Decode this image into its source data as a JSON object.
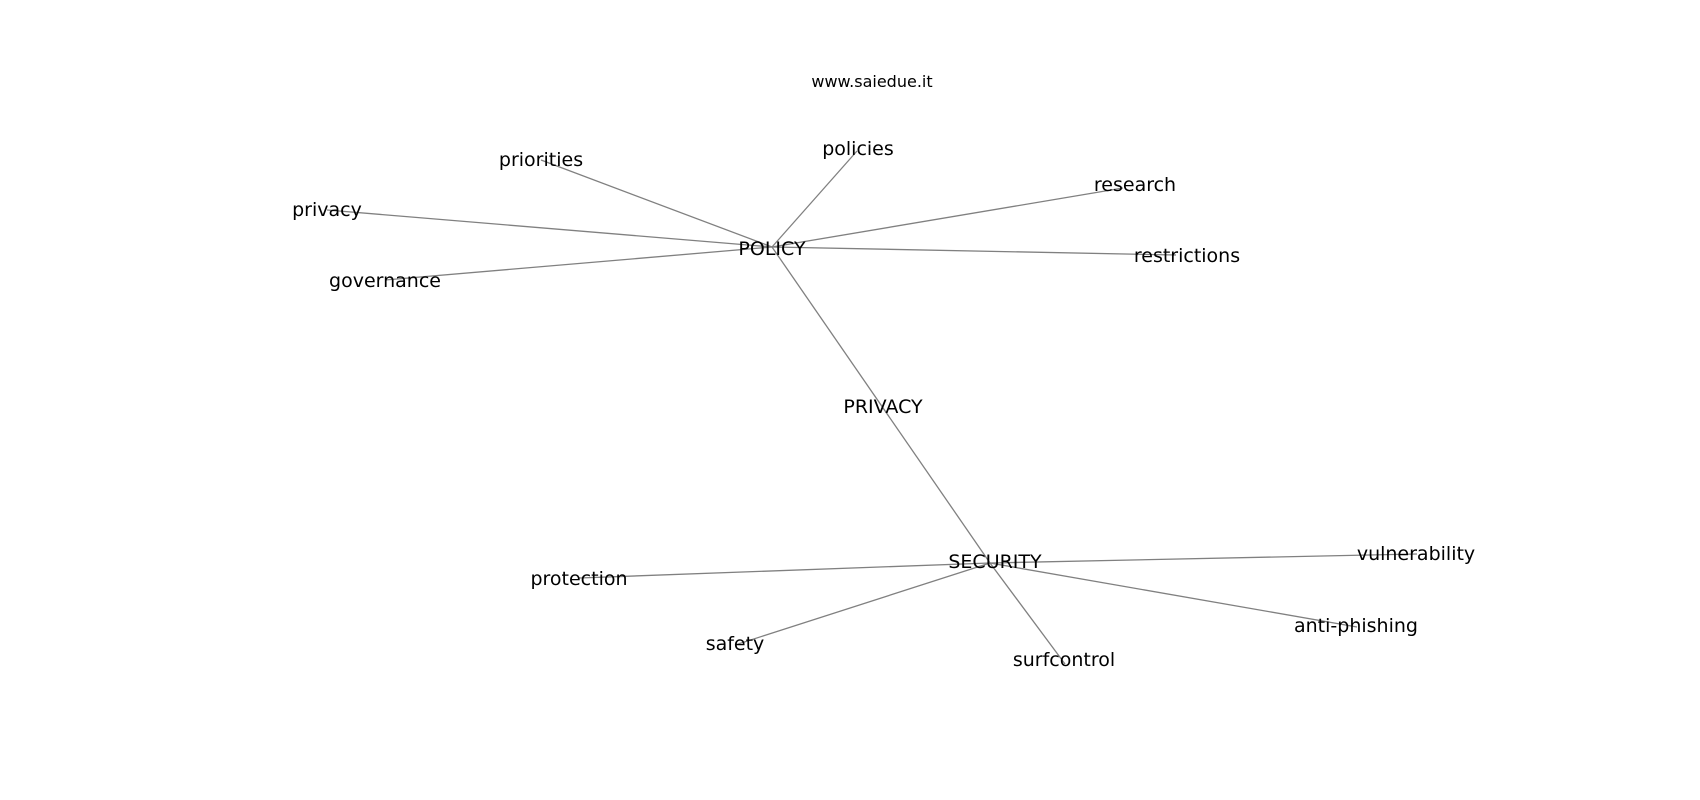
{
  "watermark": "www.saiedue.it",
  "graph": {
    "edge_color": "#808080",
    "label_color": "#000000",
    "nodes": [
      {
        "id": "POLICY",
        "label": "POLICY"
      },
      {
        "id": "PRIVACY",
        "label": "PRIVACY"
      },
      {
        "id": "SECURITY",
        "label": "SECURITY"
      },
      {
        "id": "priorities",
        "label": "priorities"
      },
      {
        "id": "policies",
        "label": "policies"
      },
      {
        "id": "research",
        "label": "research"
      },
      {
        "id": "privacy",
        "label": "privacy"
      },
      {
        "id": "governance",
        "label": "governance"
      },
      {
        "id": "restrictions",
        "label": "restrictions"
      },
      {
        "id": "protection",
        "label": "protection"
      },
      {
        "id": "safety",
        "label": "safety"
      },
      {
        "id": "surfcontrol",
        "label": "surfcontrol"
      },
      {
        "id": "vulnerability",
        "label": "vulnerability"
      },
      {
        "id": "anti-phishing",
        "label": "anti-phishing"
      }
    ],
    "edges": [
      [
        "POLICY",
        "priorities"
      ],
      [
        "POLICY",
        "policies"
      ],
      [
        "POLICY",
        "research"
      ],
      [
        "POLICY",
        "privacy"
      ],
      [
        "POLICY",
        "governance"
      ],
      [
        "POLICY",
        "restrictions"
      ],
      [
        "POLICY",
        "SECURITY"
      ],
      [
        "SECURITY",
        "protection"
      ],
      [
        "SECURITY",
        "safety"
      ],
      [
        "SECURITY",
        "surfcontrol"
      ],
      [
        "SECURITY",
        "vulnerability"
      ],
      [
        "SECURITY",
        "anti-phishing"
      ]
    ]
  }
}
